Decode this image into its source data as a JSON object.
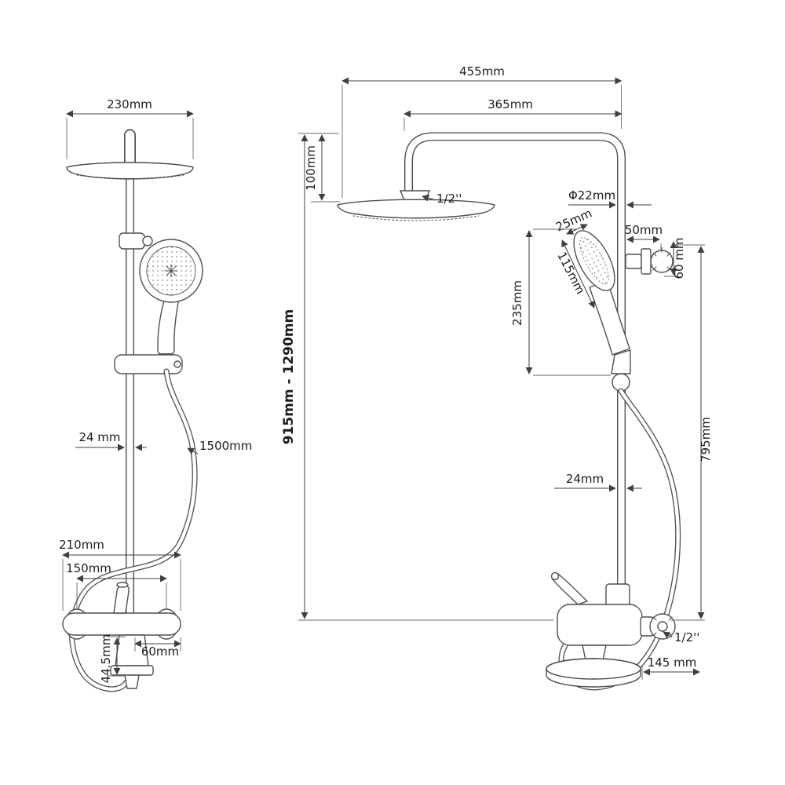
{
  "colors": {
    "background": "#ffffff",
    "line": "#4f4f4f",
    "text": "#1c1c1c"
  },
  "left_view": {
    "head_width": "230mm",
    "pipe_width": "24 mm",
    "hose_length": "1500mm",
    "mixer_width": "210mm",
    "inlet_spacing": "150mm",
    "spout_width": "60mm",
    "spout_height": "44.5mm"
  },
  "right_view": {
    "arm_total_reach": "455mm",
    "arm_reach": "365mm",
    "head_drop": "100mm",
    "head_connector": "1/2''",
    "pipe_diameter": "Φ22mm",
    "handshower_width": "25mm",
    "bracket_offset": "50mm",
    "bracket_height": "60 mm",
    "handshower_length": "115mm",
    "handshower_drop": "235mm",
    "column_height_range": "915mm - 1290mm",
    "outlet_height": "795mm",
    "pipe_width": "24mm",
    "mixer_connector": "1/2''",
    "base_offset": "145 mm"
  }
}
